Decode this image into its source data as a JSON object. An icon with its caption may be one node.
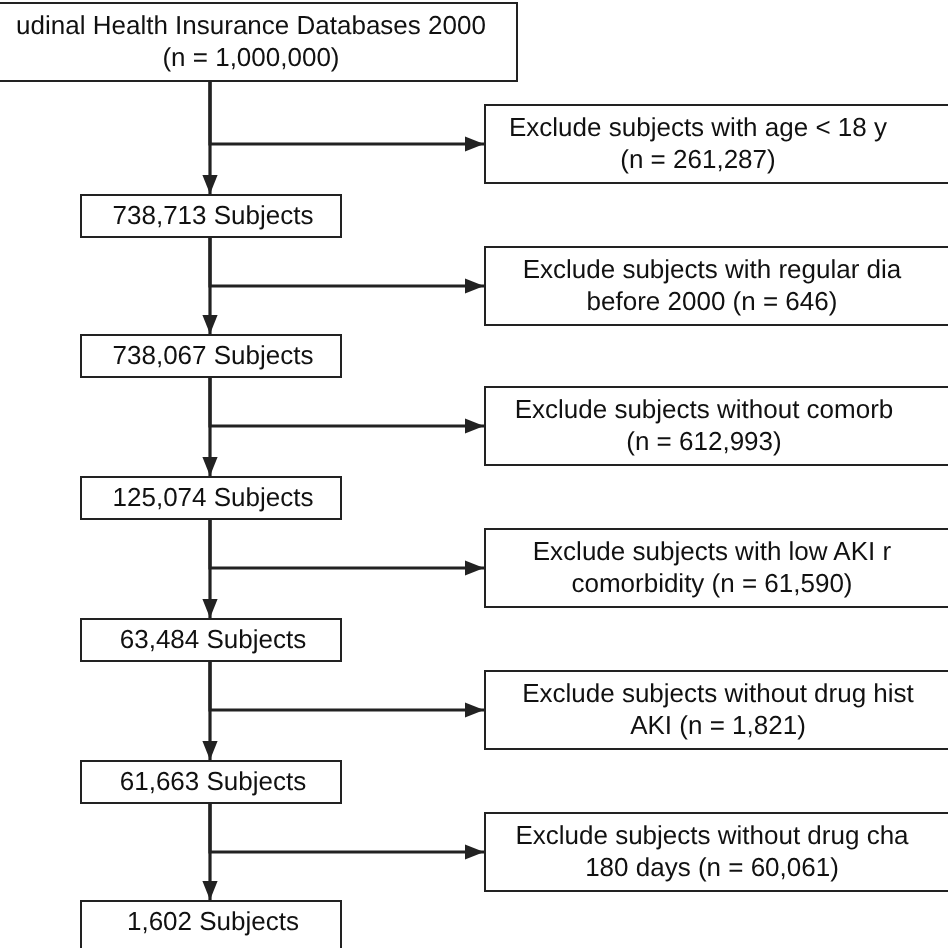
{
  "diagram": {
    "nodes": [
      {
        "text": [
          "udinal Health Insurance Databases 2000 (n = 1,000,000)"
        ]
      },
      {
        "text": [
          "Exclude subjects with age < 18 y (n = 261,287)"
        ]
      },
      {
        "text": [
          "738,713 Subjects"
        ]
      },
      {
        "text": [
          "Exclude subjects with regular dia before 2000 (n = 646)"
        ]
      },
      {
        "text": [
          "738,067 Subjects"
        ]
      },
      {
        "text": [
          "Exclude subjects without comorb (n = 612,993)"
        ]
      },
      {
        "text": [
          "125,074 Subjects"
        ]
      },
      {
        "text": [
          "Exclude subjects with low AKI r comorbidity (n = 61,590)"
        ]
      },
      {
        "text": [
          "63,484 Subjects"
        ]
      },
      {
        "text": [
          "Exclude subjects without drug hist AKI (n = 1,821)"
        ]
      },
      {
        "text": [
          "61,663 Subjects"
        ]
      },
      {
        "text": [
          "Exclude subjects without drug cha 180 days (n = 60,061)"
        ]
      },
      {
        "text": [
          "1,602 Subjects"
        ]
      }
    ],
    "edges": [
      {
        "from": 0,
        "to": 1,
        "arrow": "to"
      },
      {
        "from": 0,
        "to": 2,
        "arrow": "to"
      },
      {
        "from": 2,
        "to": 3,
        "arrow": "to"
      },
      {
        "from": 2,
        "to": 4,
        "arrow": "to"
      },
      {
        "from": 4,
        "to": 5,
        "arrow": "to"
      },
      {
        "from": 4,
        "to": 6,
        "arrow": "to"
      },
      {
        "from": 6,
        "to": 7,
        "arrow": "to"
      },
      {
        "from": 6,
        "to": 8,
        "arrow": "to"
      },
      {
        "from": 8,
        "to": 9,
        "arrow": "to"
      },
      {
        "from": 8,
        "to": 10,
        "arrow": "to"
      },
      {
        "from": 10,
        "to": 11,
        "arrow": "to"
      },
      {
        "from": 10,
        "to": 12,
        "arrow": "to"
      }
    ]
  }
}
